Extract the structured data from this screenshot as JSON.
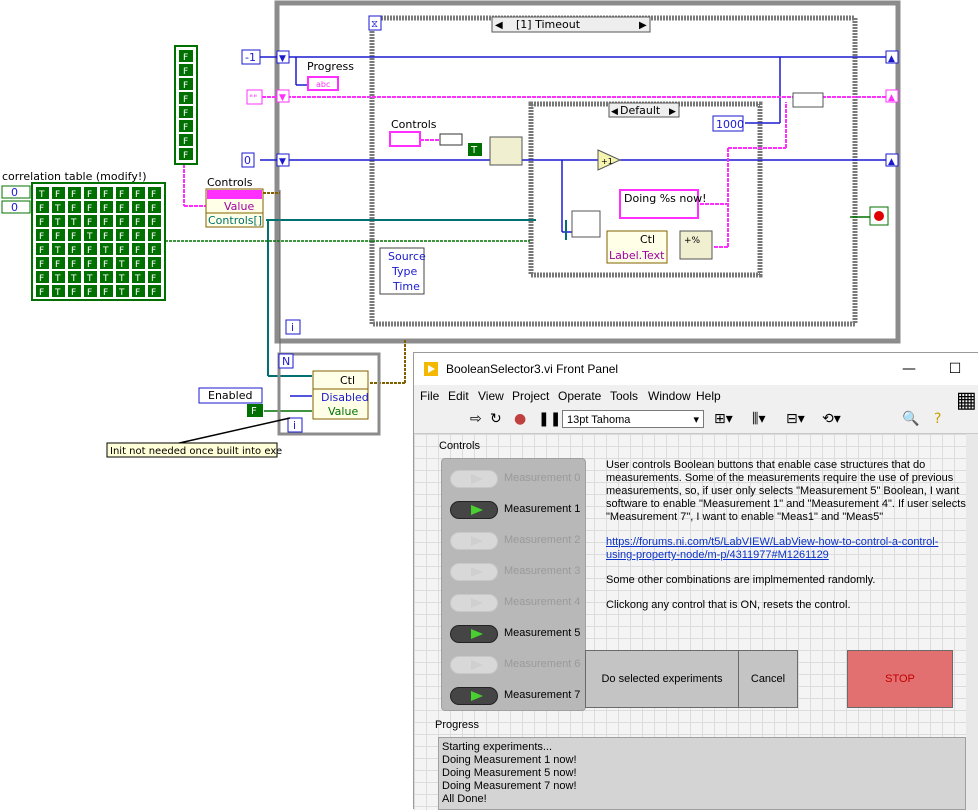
{
  "diagram": {
    "case_selector": "[1] Timeout",
    "inner_case_selector": "Default",
    "timeout_const": "1000",
    "const_minus1": "-1",
    "const_zero": "0",
    "str_const": "\"\"",
    "progress_label": "Progress",
    "controls_label_1": "Controls",
    "controls_label_2": "Controls",
    "correlation_label": "correlation table (modify!)",
    "corr_index_0": "0",
    "corr_index_1": "0",
    "bool_col_letter": "F",
    "value_prop": "Value",
    "controls_arr_prop": "Controls[]",
    "event_source": "Source",
    "event_type": "Type",
    "event_time": "Time",
    "format_string": "Doing %s now!",
    "ctl_node_label": "Ctl",
    "label_text_prop": "Label.Text",
    "init_ctl_label": "Ctl",
    "init_disabled_prop": "Disabled",
    "init_value_prop": "Value",
    "enabled_enum": "Enabled",
    "false_const": "F",
    "true_const": "T",
    "loop_n": "N",
    "loop_i": "i",
    "comment": "Init not needed once built into exe",
    "abc_tag": "abc",
    "increment": "+1",
    "corr_grid": [
      [
        "T",
        "F",
        "F",
        "F",
        "F",
        "F",
        "F",
        "F"
      ],
      [
        "F",
        "T",
        "F",
        "F",
        "F",
        "F",
        "F",
        "F"
      ],
      [
        "F",
        "T",
        "T",
        "F",
        "F",
        "F",
        "F",
        "F"
      ],
      [
        "F",
        "F",
        "F",
        "T",
        "F",
        "F",
        "F",
        "F"
      ],
      [
        "F",
        "T",
        "F",
        "F",
        "T",
        "F",
        "F",
        "F"
      ],
      [
        "F",
        "F",
        "F",
        "F",
        "F",
        "T",
        "F",
        "F"
      ],
      [
        "F",
        "T",
        "T",
        "T",
        "T",
        "T",
        "T",
        "F"
      ],
      [
        "F",
        "T",
        "F",
        "F",
        "F",
        "T",
        "F",
        "F"
      ]
    ]
  },
  "front_panel": {
    "title": "BooleanSelector3.vi Front Panel",
    "menus": [
      "File",
      "Edit",
      "View",
      "Project",
      "Operate",
      "Tools",
      "Window",
      "Help"
    ],
    "font_selector": "13pt Tahoma",
    "controls_label": "Controls",
    "measurements": [
      {
        "label": "Measurement 0",
        "on": false
      },
      {
        "label": "Measurement 1",
        "on": true
      },
      {
        "label": "Measurement 2",
        "on": false
      },
      {
        "label": "Measurement 3",
        "on": false
      },
      {
        "label": "Measurement 4",
        "on": false
      },
      {
        "label": "Measurement 5",
        "on": true
      },
      {
        "label": "Measurement 6",
        "on": false
      },
      {
        "label": "Measurement 7",
        "on": true
      }
    ],
    "description_1": "User controls Boolean buttons that enable case structures that do measurements. Some of the measurements require the use of previous measurements, so, if user only selects \"Measurement 5\" Boolean, I want software to enable \"Measurement 1\" and \"Measurement 4\". If user selects \"Measurement 7\", I want to enable \"Meas1\" and \"Meas5\"",
    "link": "https://forums.ni.com/t5/LabVIEW/LabView-how-to-control-a-control-using-property-node/m-p/4311977#M1261129",
    "description_2": "Some other combinations are implmemented randomly.",
    "description_3": "Clickong any control that is ON, resets the control.",
    "btn_do": "Do selected experiments",
    "btn_cancel": "Cancel",
    "btn_stop": "STOP",
    "progress_label": "Progress",
    "progress_lines": [
      "Starting experiments...",
      "Doing Measurement 1 now!",
      "Doing Measurement 5 now!",
      "Doing Measurement 7 now!",
      "All Done!"
    ],
    "colors": {
      "led_on": "#48d030",
      "stop": "#e37070",
      "wire_blue": "#1a1ad0",
      "wire_pink": "#ff30ff",
      "wire_green": "#006000"
    }
  }
}
